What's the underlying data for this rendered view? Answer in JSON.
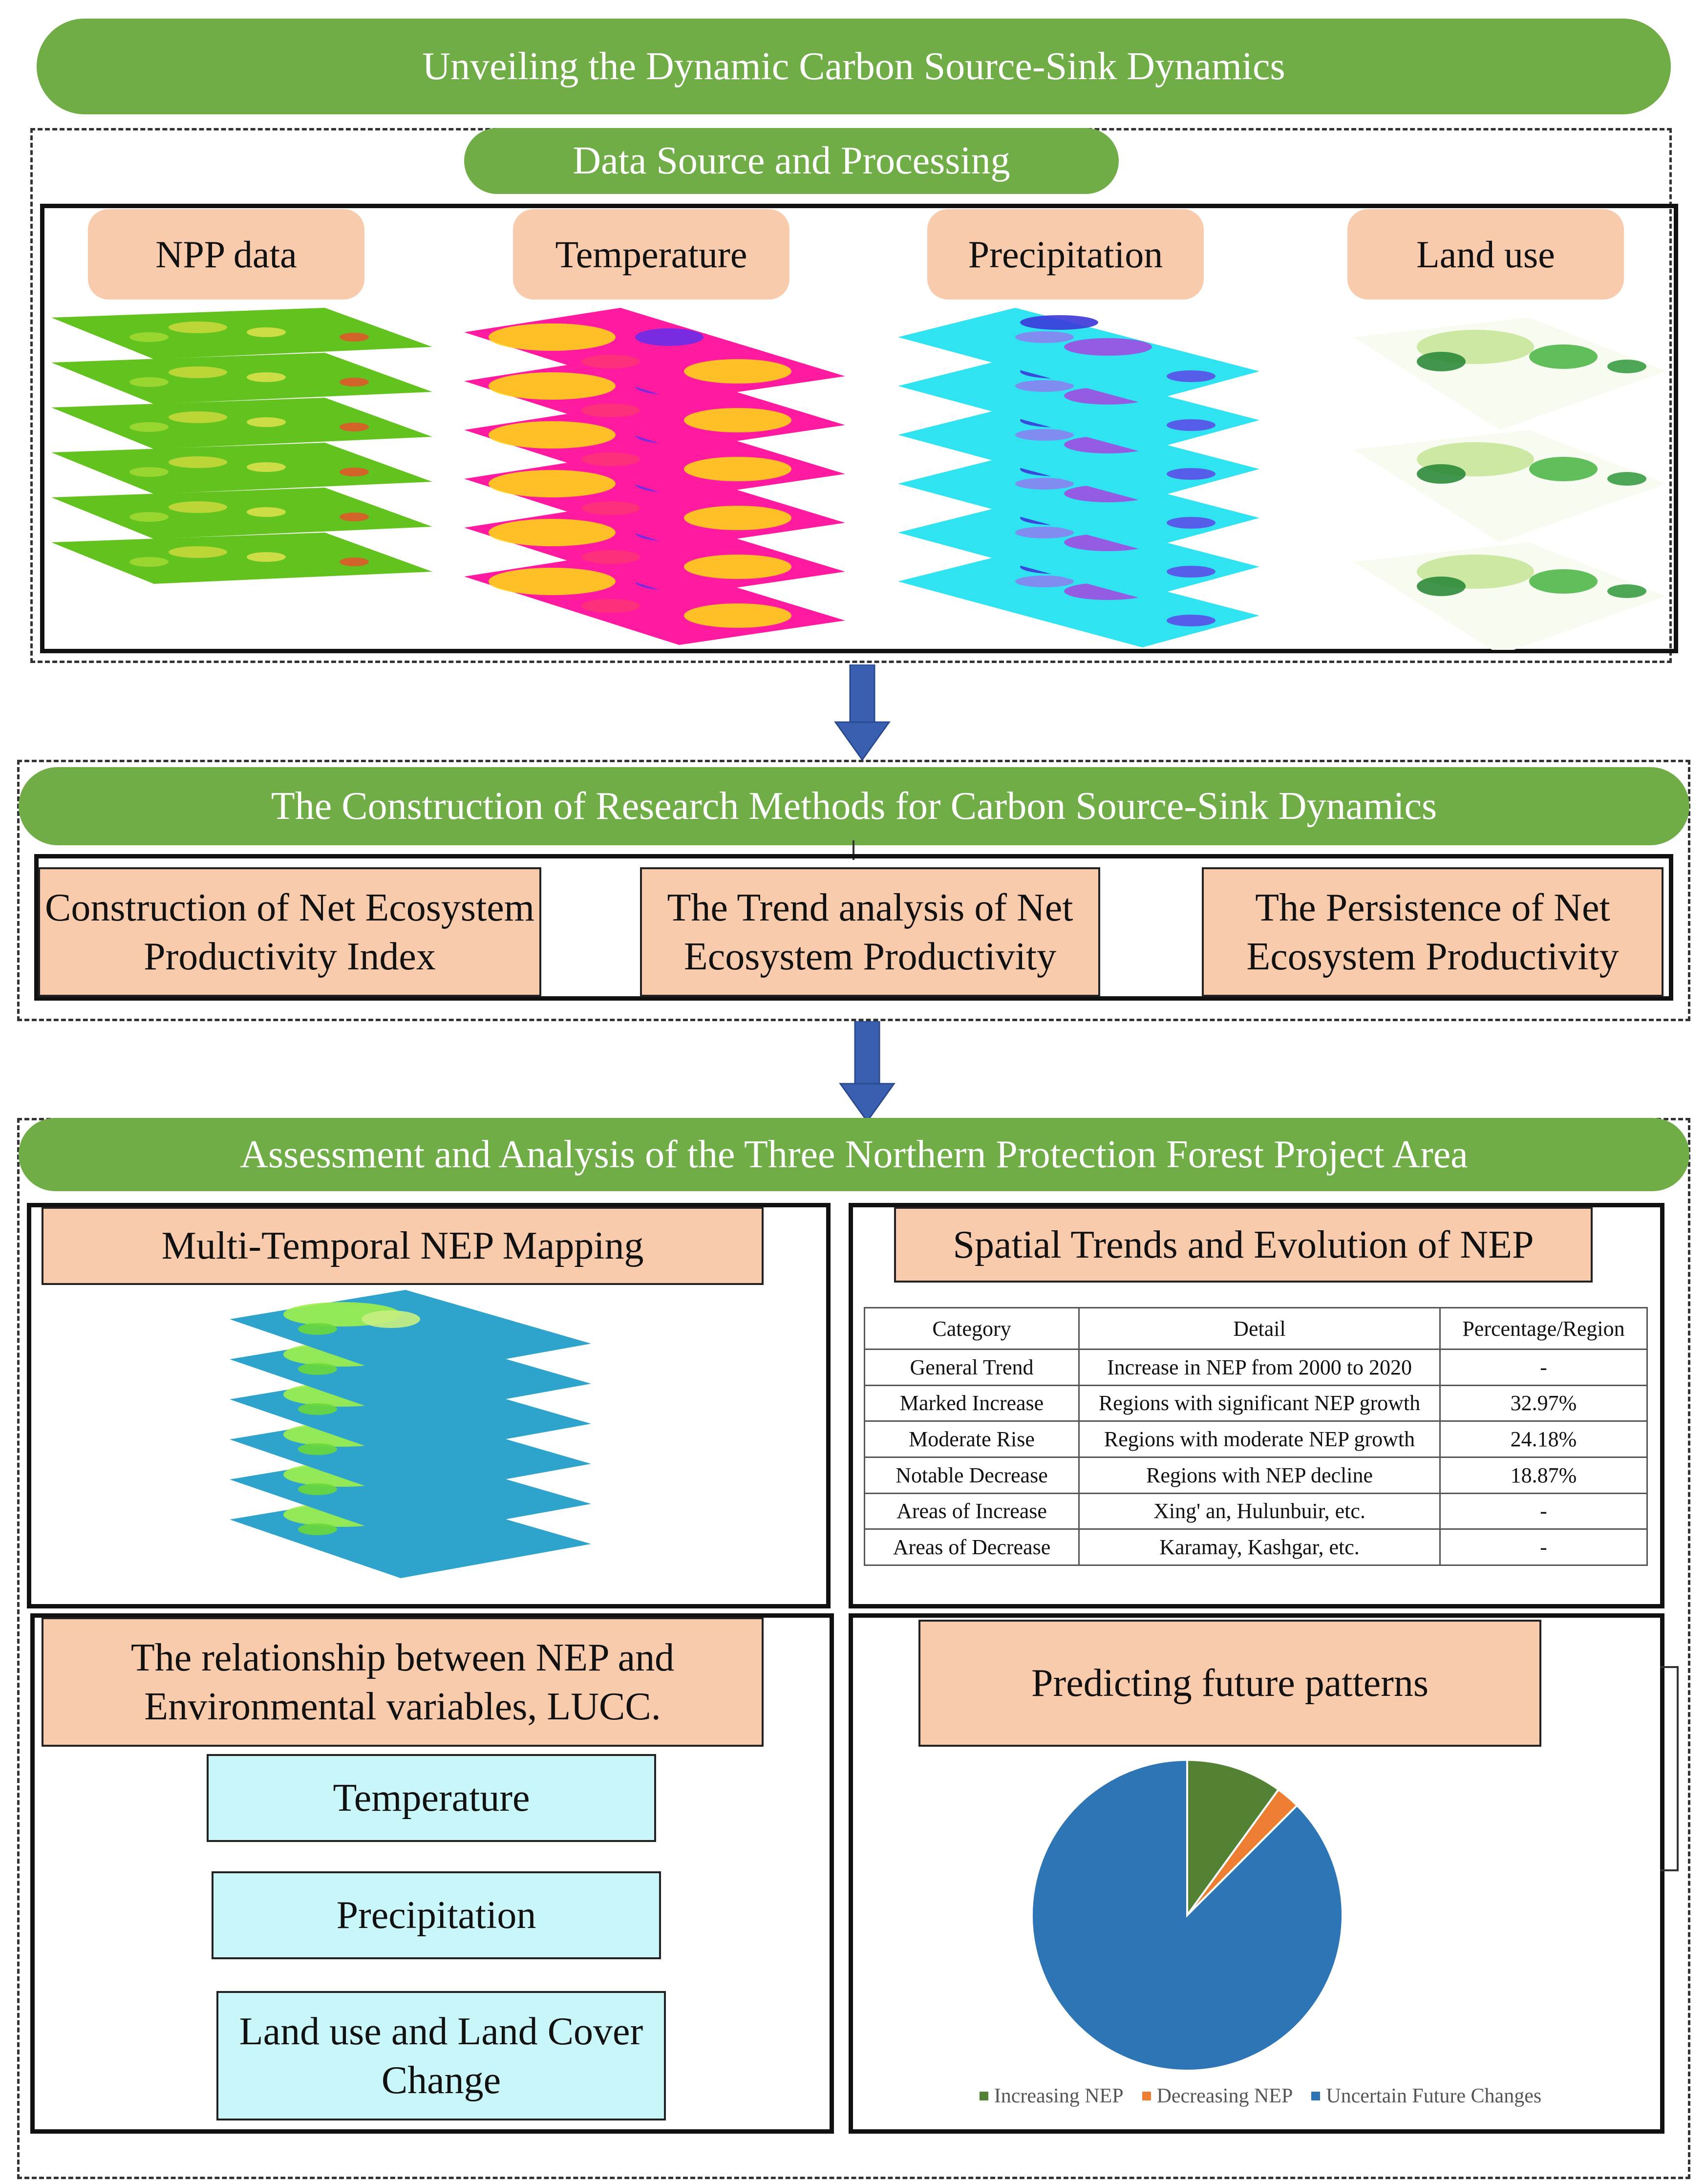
{
  "title": "Unveiling the Dynamic Carbon Source-Sink Dynamics",
  "section1": {
    "title": "Data Source and Processing",
    "items": [
      {
        "label": "NPP data",
        "icon": "npp-map-stack-icon"
      },
      {
        "label": "Temperature",
        "icon": "temperature-map-stack-icon"
      },
      {
        "label": "Precipitation",
        "icon": "precipitation-map-stack-icon"
      },
      {
        "label": "Land use",
        "icon": "land-use-map-stack-icon"
      }
    ]
  },
  "section2": {
    "title": "The Construction of Research Methods for Carbon Source-Sink Dynamics",
    "methods": [
      "Construction of Net Ecosystem Productivity Index",
      "The Trend analysis of Net Ecosystem Productivity",
      "The Persistence of Net Ecosystem Productivity"
    ]
  },
  "section3": {
    "title": "Assessment and Analysis of the Three Northern Protection Forest Project Area",
    "mapping_title": "Multi-Temporal NEP Mapping",
    "trends_title": "Spatial Trends and Evolution of NEP",
    "table": {
      "headers": [
        "Category",
        "Detail",
        "Percentage/Region"
      ],
      "rows": [
        [
          "General Trend",
          "Increase in NEP from 2000 to 2020",
          "-"
        ],
        [
          "Marked Increase",
          "Regions with significant NEP growth",
          "32.97%"
        ],
        [
          "Moderate Rise",
          "Regions with moderate NEP growth",
          "24.18%"
        ],
        [
          "Notable Decrease",
          "Regions with NEP decline",
          "18.87%"
        ],
        [
          "Areas of Increase",
          "Xing' an, Hulunbuir, etc.",
          "-"
        ],
        [
          "Areas of Decrease",
          "Karamay, Kashgar, etc.",
          "-"
        ]
      ]
    },
    "relationship_title": "The relationship between NEP and Environmental variables, LUCC.",
    "variables": [
      "Temperature",
      "Precipitation",
      "Land use and Land Cover Change"
    ],
    "predict_title": "Predicting future patterns"
  },
  "chart_data": {
    "type": "pie",
    "title": "",
    "categories": [
      "Increasing NEP",
      "Decreasing NEP",
      "Uncertain Future Changes"
    ],
    "values": [
      10,
      2.5,
      87.5
    ],
    "colors": [
      "#548235",
      "#ed7d31",
      "#2e75b6"
    ],
    "legend": "bottom"
  }
}
